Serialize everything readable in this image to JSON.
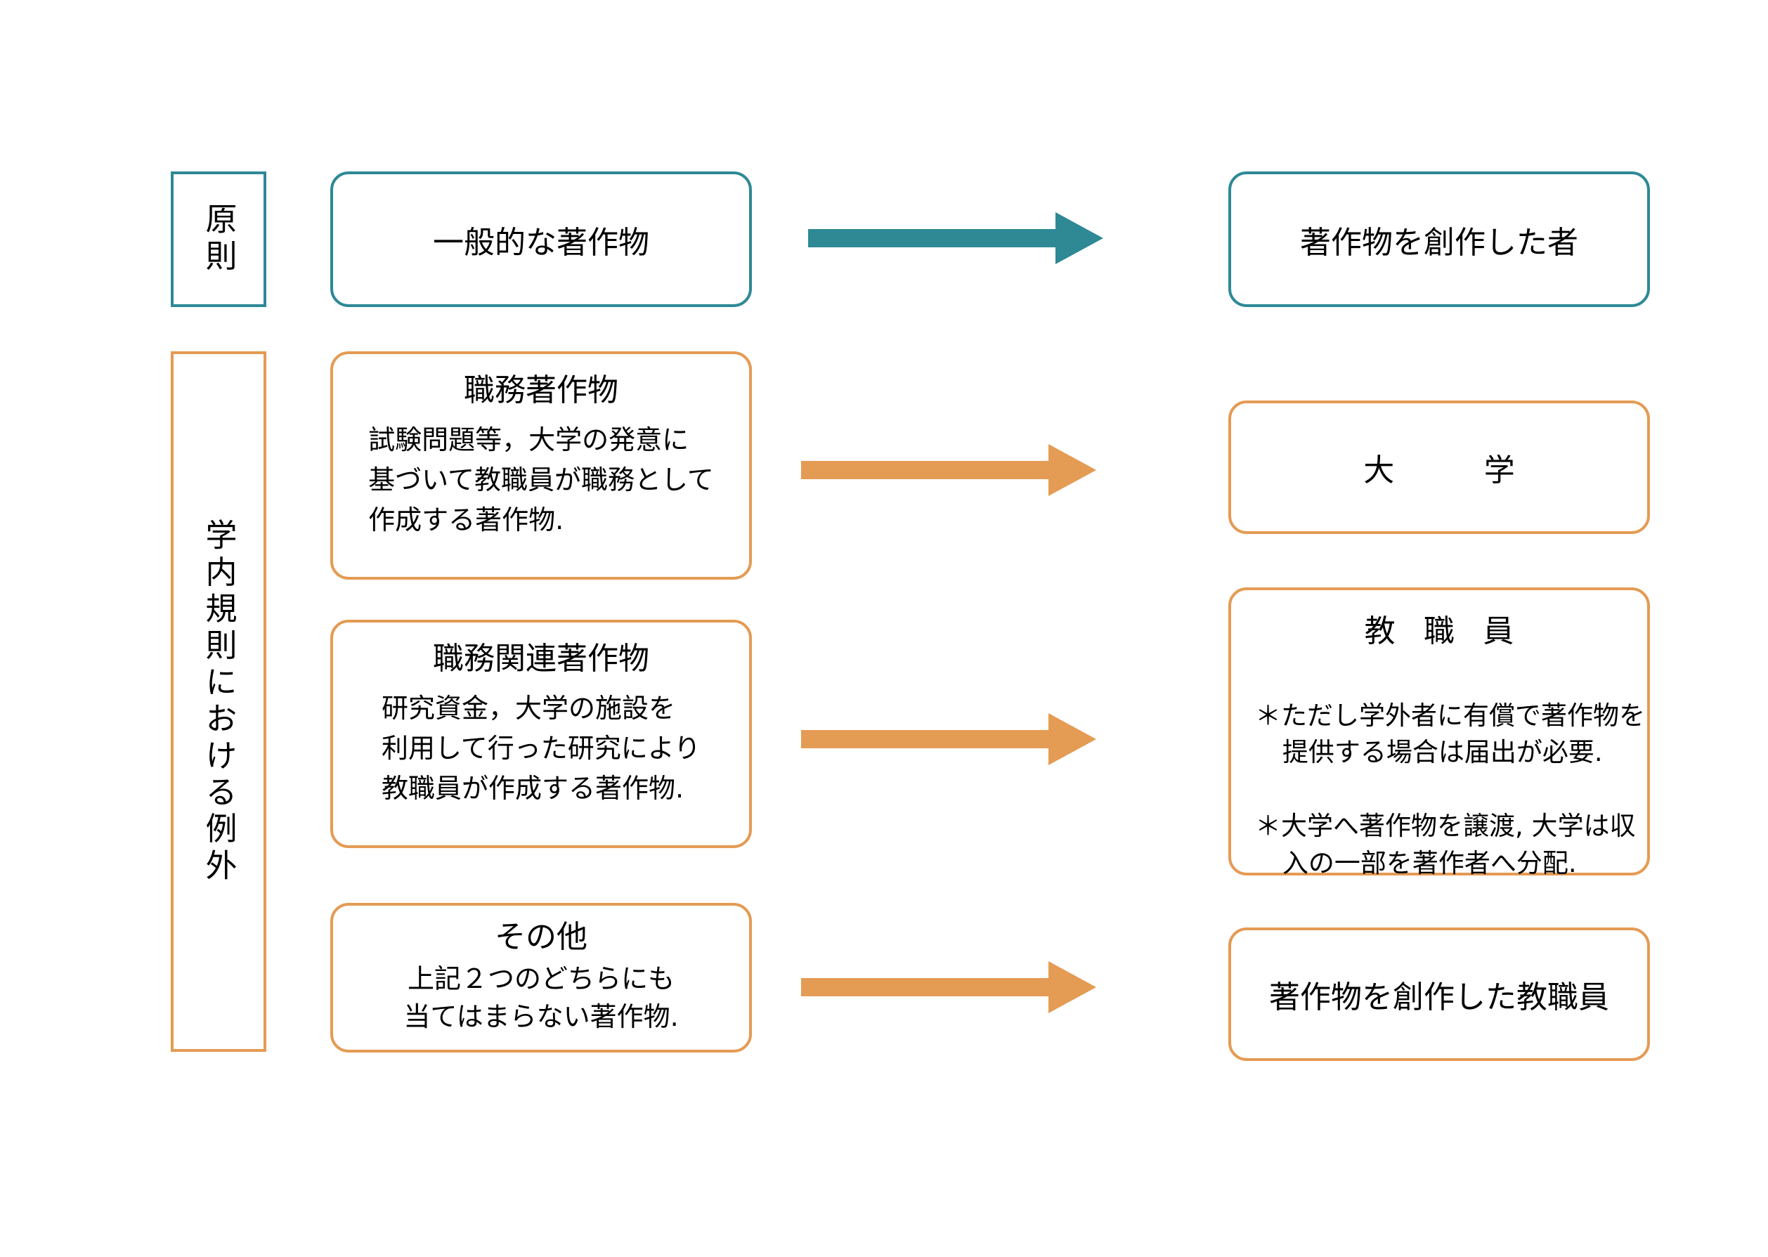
{
  "diagram": {
    "title_hidden": "",
    "colors": {
      "teal": "#2E8995",
      "orange": "#E49B54",
      "text": "#000000",
      "background": "#FFFFFF"
    },
    "categories": [
      {
        "id": "principle",
        "label": "原則",
        "accent": "#2E8995"
      },
      {
        "id": "exception",
        "label": "学内規則における例外",
        "accent": "#E49B54"
      }
    ],
    "rows": [
      {
        "id": "general-work",
        "accent": "#2E8995",
        "source": {
          "title": "一般的な著作物",
          "body": ""
        },
        "arrow": {
          "color": "#2E8995"
        },
        "target": {
          "title": "著作物を創作した者",
          "notes": ""
        }
      },
      {
        "id": "work-made-for-hire",
        "accent": "#E49B54",
        "source": {
          "title": "職務著作物",
          "body": "試験問題等，大学の発意に\n基づいて教職員が職務として\n作成する著作物."
        },
        "arrow": {
          "color": "#E49B54"
        },
        "target": {
          "title": "大　　学",
          "notes": ""
        }
      },
      {
        "id": "work-related-to-duties",
        "accent": "#E49B54",
        "source": {
          "title": "職務関連著作物",
          "body": "研究資金，大学の施設を\n利用して行った研究により\n教職員が作成する著作物."
        },
        "arrow": {
          "color": "#E49B54"
        },
        "target": {
          "title": "教 職 員",
          "note1": "＊ただし学外者に有償で著作物を提供する場合は届出が必要.",
          "note2": "＊大学へ著作物を譲渡, 大学は収入の一部を著作者へ分配."
        }
      },
      {
        "id": "other",
        "accent": "#E49B54",
        "source": {
          "title": "その他",
          "body": "上記２つのどちらにも\n当てはまらない著作物."
        },
        "arrow": {
          "color": "#E49B54"
        },
        "target": {
          "title": "著作物を創作した教職員",
          "notes": ""
        }
      }
    ]
  }
}
